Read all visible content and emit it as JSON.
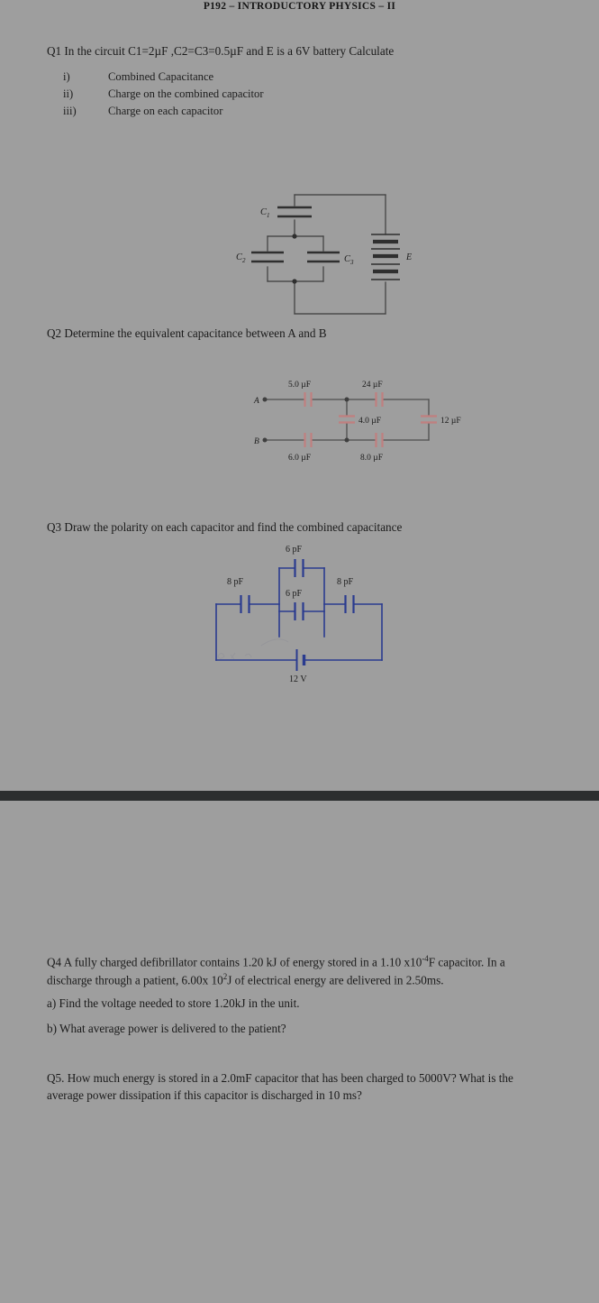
{
  "header": {
    "title": "P192 – INTRODUCTORY PHYSICS – II"
  },
  "questions": {
    "q1": {
      "stem": "Q1  In the circuit C1=2µF ,C2=C3=0.5µF    and E is a 6V  battery   Calculate",
      "items": [
        {
          "num": "i)",
          "text": "Combined Capacitance"
        },
        {
          "num": "ii)",
          "text": "Charge on the combined capacitor"
        },
        {
          "num": "iii)",
          "text": "Charge on each capacitor"
        }
      ]
    },
    "q2": {
      "stem": "Q2 Determine the equivalent capacitance between A and B"
    },
    "q3": {
      "stem": "Q3  Draw the polarity on each capacitor and find the combined capacitance"
    },
    "q4": {
      "line1_a": "Q4  A fully charged defibrillator contains 1.20 kJ of energy stored in a  1.10 x10",
      "line1_sup": "-4",
      "line1_b": "F capacitor.",
      "line2_a": "In a discharge through a patient, 6.00x 10",
      "line2_sup": "2",
      "line2_b": "J of electrical energy are delivered in 2.50ms.",
      "part_a": "a) Find the voltage needed to store 1.20kJ in the unit.",
      "part_b": "b) What average power is delivered to the patient?"
    },
    "q5": {
      "line1": "Q5. How much energy is stored in a 2.0mF capacitor that has been charged to 5000V? What",
      "line2": "is the average power dissipation if this capacitor is discharged in 10 ms?"
    }
  },
  "figures": {
    "fig1": {
      "name": "q1-circuit-diagram",
      "ink_color": "#3c3c3c",
      "labels": {
        "c1": "C",
        "c1_sub": "1",
        "c2": "C",
        "c2_sub": "2",
        "c3": "C",
        "c3_sub": "3",
        "battery": "E"
      }
    },
    "fig2": {
      "name": "q2-capacitor-network",
      "ink_color": "#4a4a4a",
      "plate_color": "#c07f7f",
      "labels": {
        "node_a": "A",
        "node_b": "B",
        "c_top_left": "5.0 µF",
        "c_top_right": "24 µF",
        "c_middle": "4.0 µF",
        "c_right": "12 µF",
        "c_bottom_left": "6.0 µF",
        "c_bottom_right": "8.0 µF"
      }
    },
    "fig3": {
      "name": "q3-capacitor-network",
      "ink_color": "#2a3b8f",
      "labels": {
        "c_left": "8 pF",
        "c_top": "6 pF",
        "c_mid": "6 pF",
        "c_right": "8 pF",
        "battery": "12 V"
      }
    }
  }
}
